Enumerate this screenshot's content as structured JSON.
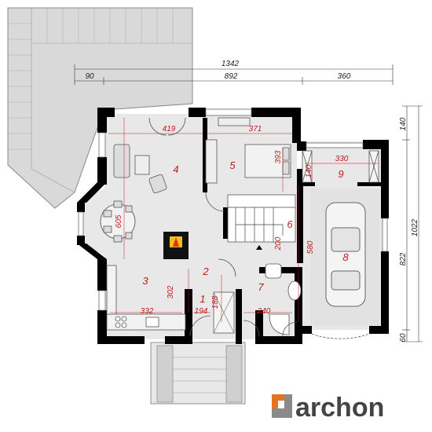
{
  "dimensions": {
    "top_total": "1342",
    "top_left": "90",
    "top_mid": "892",
    "top_right": "360",
    "right_top": "140",
    "right_total": "1022",
    "right_mid": "822",
    "right_bottom": "60"
  },
  "room_dimensions": {
    "d419": "419",
    "d371": "371",
    "d393": "393",
    "d330": "330",
    "d140": "140",
    "d605": "605",
    "d200": "200",
    "d580": "580",
    "d302": "302",
    "d332": "332",
    "d194": "194",
    "d188": "188",
    "d240": "240"
  },
  "rooms": {
    "r1": "1",
    "r2": "2",
    "r3": "3",
    "r4": "4",
    "r5": "5",
    "r6": "6",
    "r7": "7",
    "r8": "8",
    "r9": "9"
  },
  "logo": {
    "text": "archon",
    "colors": {
      "orange": "#e8731e",
      "gray": "#8a8a8a",
      "text": "#444444"
    }
  },
  "colors": {
    "wall": "#000000",
    "floor": "#e8e8e8",
    "terrace": "#d9d9d9",
    "room_label": "#c01a1a"
  }
}
